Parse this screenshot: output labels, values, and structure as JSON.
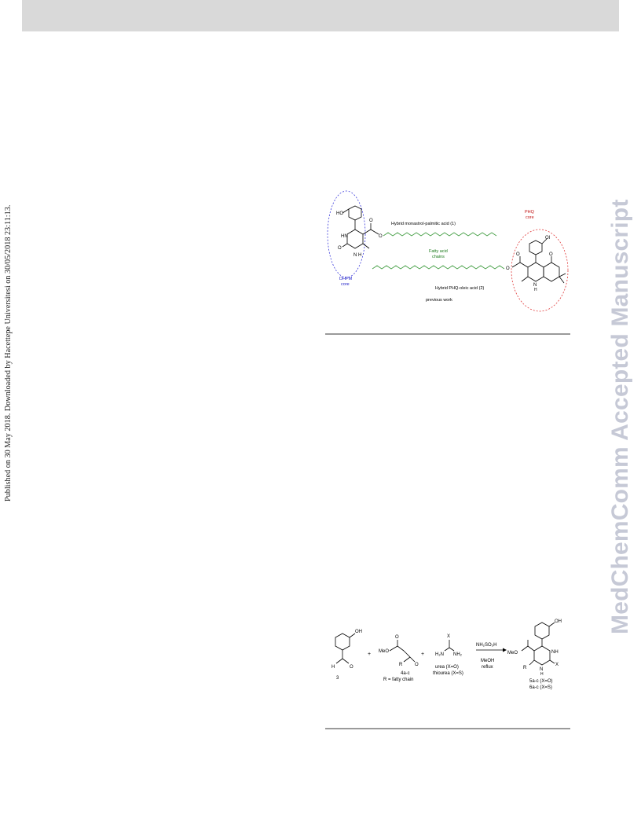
{
  "side_note": "Published on 30 May 2018. Downloaded by Hacettepe Universitesi on 30/05/2018 23:11:13.",
  "watermark": "MedChemComm Accepted Manuscript",
  "figure1": {
    "labels": {
      "ho": "HO",
      "hn": "HN",
      "o_urea": "O",
      "nh": "N H",
      "o_ester": "O",
      "o_link": "O",
      "dhpm_core_1": "DHPM",
      "dhpm_core_2": "core",
      "hybrid1": "Hybrid monastrol-palmitic acid (1)",
      "fatty_1": "Fatty acid",
      "fatty_2": "chains",
      "phq_core_1": "PHQ",
      "phq_core_2": "core",
      "ol": "OI",
      "o_ketone": "O",
      "o_ester2": "O",
      "o_link2": "O",
      "n_h": "N",
      "h": "H",
      "hybrid2": "Hybrid PHQ-oleic acid (2)",
      "prev_work": "previous work"
    }
  },
  "figure2": {
    "labels": {
      "oh": "OH",
      "h_ald": "H",
      "o_ald": "O",
      "cmp3": "3",
      "plus1": "+",
      "meo": "MeO",
      "o_top": "O",
      "r": "R",
      "o_bottom": "O",
      "cmp4": "4a-c",
      "r_def": "R = fatty chain",
      "plus2": "+",
      "x": "X",
      "h2n": "H₂N",
      "nh2": "NH₂",
      "urea": "urea (X=O)",
      "thiourea": "thiourea (X=S)",
      "catalyst": "NH₂SO₃H",
      "solvent": "MeOH",
      "condition": "reflux",
      "oh_prod": "OH",
      "meo_prod": "MeO",
      "nh_prod": "NH",
      "r_prod": "R",
      "n_prod": "N",
      "h_prod": "H",
      "x_prod": "X",
      "prod5": "5a-c (X=O)",
      "prod6": "6a-c (X=S)"
    }
  }
}
